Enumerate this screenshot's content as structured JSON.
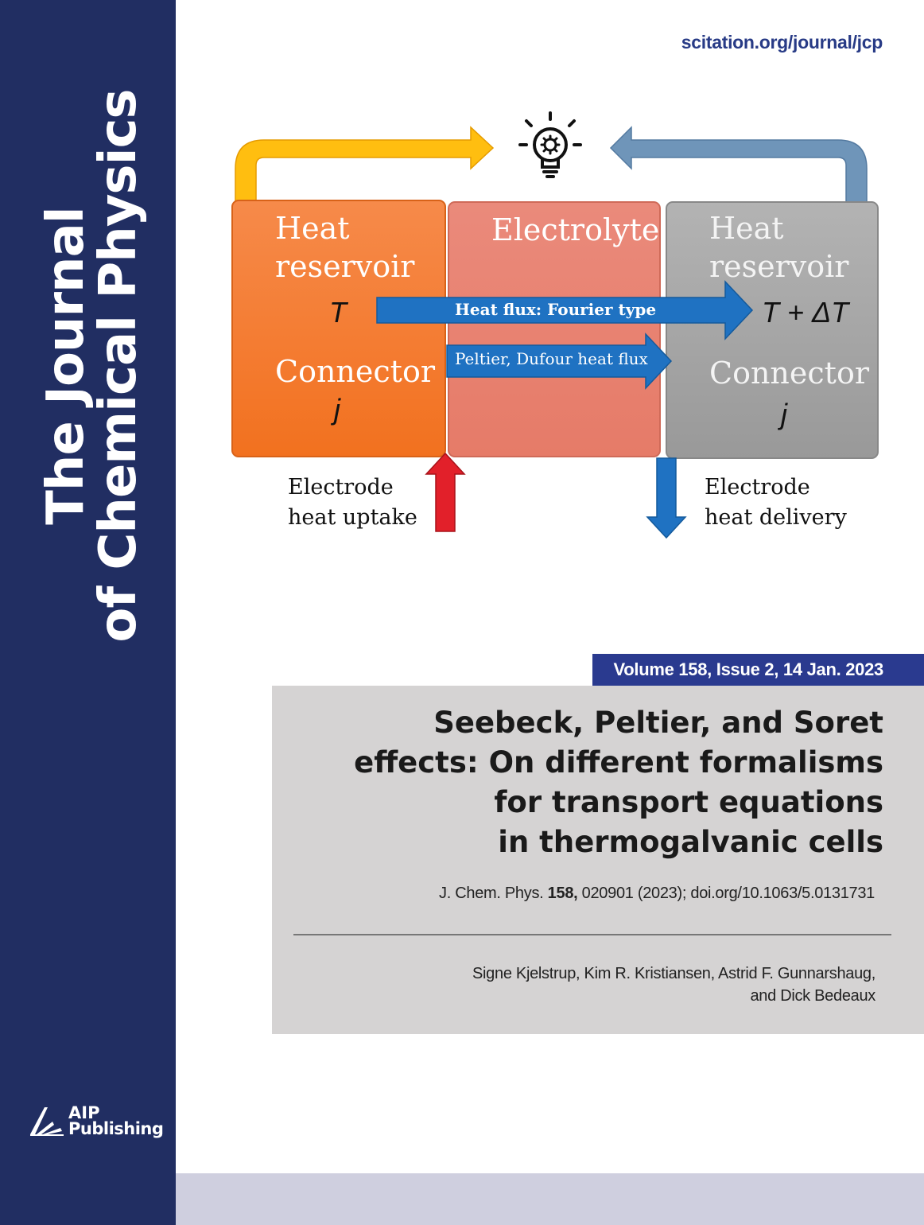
{
  "journal": {
    "title_line1": "The Journal",
    "title_line2": "of Chemical Physics",
    "url": "scitation.org/journal/jcp",
    "publisher_line1": "AIP",
    "publisher_line2": "Publishing"
  },
  "diagram": {
    "left_box": {
      "title_line1": "Heat",
      "title_line2": "reservoir",
      "variable": "T",
      "connector": "Connector",
      "connector_var": "j",
      "color": "#f37a2b"
    },
    "middle_box": {
      "title": "Electrolyte",
      "color": "#e8806d"
    },
    "right_box": {
      "title_line1": "Heat",
      "title_line2": "reservoir",
      "variable": "T +  ΔT",
      "connector": "Connector",
      "connector_var": "j",
      "color": "#a9a9a9"
    },
    "fourier_arrow_label": "Heat flux: Fourier type",
    "peltier_arrow_label": "Peltier, Dufour  heat flux",
    "uptake_label_line1": "Electrode",
    "uptake_label_line2": "heat uptake",
    "delivery_label_line1": "Electrode",
    "delivery_label_line2": "heat delivery",
    "colors": {
      "blue_arrow": "#1f72c2",
      "yellow_arrow": "#ffbe10",
      "steel_arrow": "#6f95b9",
      "red_arrow": "#e2202a"
    },
    "center_icon": "lightbulb-gear-icon"
  },
  "issue": {
    "volume_line": "Volume 158, Issue 2, 14 Jan. 2023"
  },
  "article": {
    "title_line1": "Seebeck, Peltier, and Soret",
    "title_line2": "effects: On different formalisms",
    "title_line3": "for transport equations",
    "title_line4": "in thermogalvanic cells",
    "citation_prefix": "J. Chem. Phys. ",
    "citation_volume": "158,",
    "citation_suffix": " 020901 (2023); doi.org/10.1063/5.0131731",
    "authors_line1": "Signe Kjelstrup, Kim R. Kristiansen, Astrid F. Gunnarshaug,",
    "authors_line2": "and Dick Bedeaux"
  }
}
